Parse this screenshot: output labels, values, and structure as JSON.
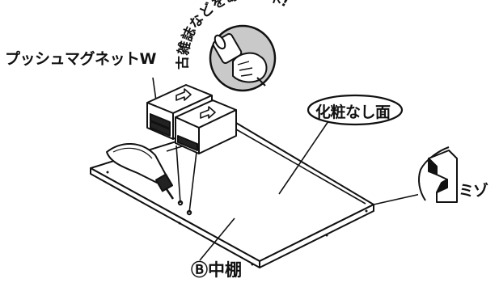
{
  "labels": {
    "push_magnet": "プッシュマグネットW",
    "finish_face": "化粧なし面",
    "groove": "ミゾ",
    "middle_shelf": "Ⓑ中棚",
    "hammer_note": "古雑誌などをあてて木!"
  },
  "icons": {
    "hammer": "hammer-icon",
    "hand": "hand-icon",
    "arrow": "arrow-right-outline-icon",
    "adhesive": "adhesive-tube-icon"
  },
  "colors": {
    "ink": "#111111",
    "paper": "#ffffff",
    "badge_fill": "#c9c9c9"
  }
}
